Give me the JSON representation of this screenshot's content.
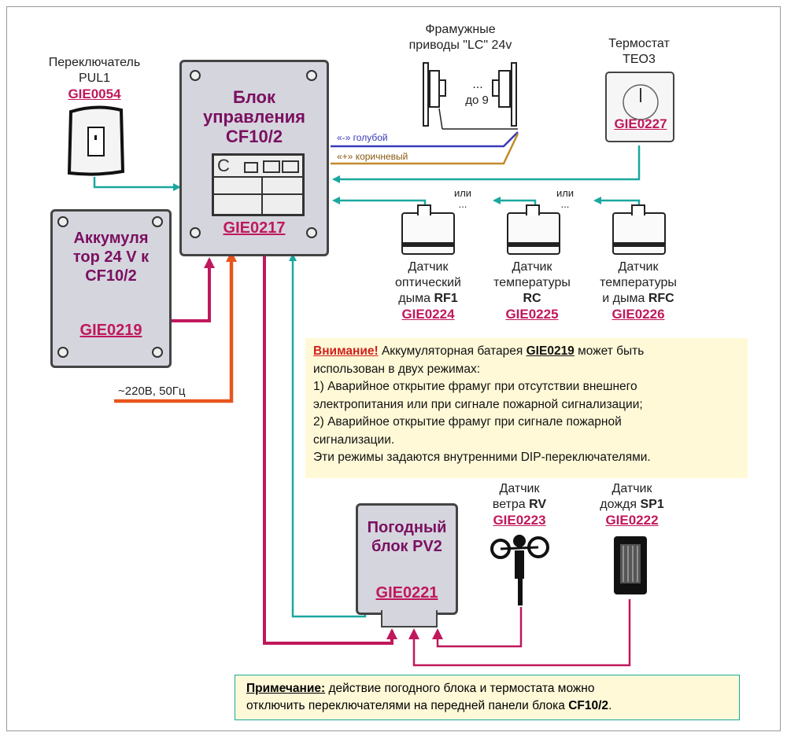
{
  "switch": {
    "title_line1": "Переключатель",
    "title_line2": "PUL1",
    "code": "GIE0054"
  },
  "actuators": {
    "title_line1": "Фрамужные",
    "title_line2": "приводы \"LC\" 24v",
    "dots": "...",
    "count": "до 9"
  },
  "thermostat": {
    "title_line1": "Термостат",
    "title_line2": "ТЕО3",
    "code": "GIE0227"
  },
  "control_unit": {
    "title_line1": "Блок",
    "title_line2": "управления",
    "title_line3": "CF10/2",
    "panel_letter": "C",
    "code": "GIE0217"
  },
  "wires": {
    "blue": "«-» голубой",
    "brown": "«+» коричневый"
  },
  "battery": {
    "title_line1": "Аккумуля",
    "title_line2": "тор 24 V к",
    "title_line3": "CF10/2",
    "code": "GIE0219"
  },
  "mains": {
    "label": "~220В, 50Гц"
  },
  "or_label": "или",
  "or_dots": "...",
  "sensors": [
    {
      "line1": "Датчик",
      "line2": "оптический",
      "line3": "дыма",
      "model": "RF1",
      "code": "GIE0224"
    },
    {
      "line1": "Датчик",
      "line2": "температуры",
      "line3": "",
      "model": "RC",
      "code": "GIE0225"
    },
    {
      "line1": "Датчик",
      "line2": "температуры",
      "line3": "и дыма",
      "model": "RFC",
      "code": "GIE0226"
    }
  ],
  "warning": {
    "prefix": "Внимание!",
    "line1_a": "Аккумуляторная батарея",
    "line1_code": "GIE0219",
    "line1_b": "может быть",
    "line2": "использован в двух режимах:",
    "line3": "1)    Аварийное открытие фрамуг при отсутствии внешнего",
    "line4": "электропитания или при сигнале пожарной сигнализации;",
    "line5": "2)    Аварийное открытие фрамуг при сигнале пожарной",
    "line6": "сигнализации.",
    "line7": "Эти режимы задаются внутренними DIP-переключателями."
  },
  "weather_unit": {
    "title_line1": "Погодный",
    "title_line2": "блок PV2",
    "code": "GIE0221"
  },
  "wind_sensor": {
    "line1": "Датчик",
    "line2": "ветра",
    "model": "RV",
    "code": "GIE0223"
  },
  "rain_sensor": {
    "line1": "Датчик",
    "line2": "дождя",
    "model": "SP1",
    "code": "GIE0222"
  },
  "footnote": {
    "prefix": "Примечание:",
    "line1": "действие погодного блока и термостата можно",
    "line2_a": "отключить переключателями на передней панели блока",
    "line2_b": "CF10/2",
    "line2_c": "."
  },
  "colors": {
    "teal": "#1aa7a0",
    "magenta": "#c0185c",
    "orange": "#e8541c",
    "blue": "#3a3ab8",
    "brown": "#c08a2a"
  }
}
